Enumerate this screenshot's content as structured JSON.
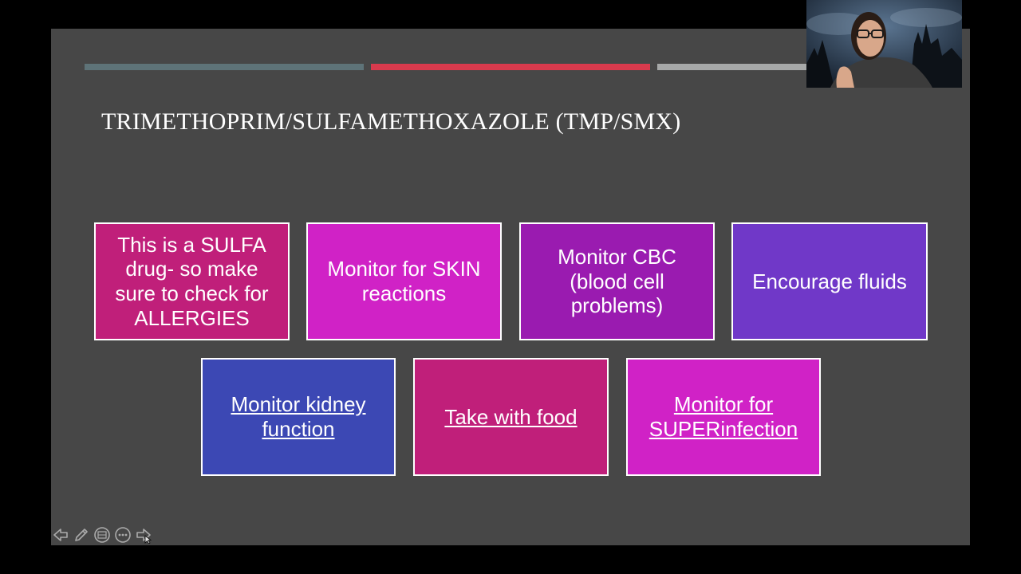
{
  "slide": {
    "title": "TRIMETHOPRIM/SULFAMETHOXAZOLE (TMP/SMX)",
    "accent_colors": [
      "#5e7378",
      "#d93a4d",
      "#a7a9a9"
    ],
    "background_color": "#474747",
    "boxes_row1": [
      {
        "text": "This is a SULFA drug- so make sure to check for ALLERGIES",
        "color": "#c01f7a",
        "linked": false
      },
      {
        "text": "Monitor for SKIN reactions",
        "color": "#d022c6",
        "linked": false
      },
      {
        "text": "Monitor CBC (blood cell problems)",
        "color": "#9a1bb0",
        "linked": false
      },
      {
        "text": "Encourage fluids",
        "color": "#7038c8",
        "linked": false
      }
    ],
    "boxes_row2": [
      {
        "text": "Monitor kidney function",
        "color": "#3c48b4",
        "linked": true
      },
      {
        "text": "Take with food",
        "color": "#c01f7a",
        "linked": true
      },
      {
        "text": "Monitor for SUPERinfection",
        "color": "#d022c6",
        "linked": true
      }
    ]
  },
  "nav": {
    "icons": [
      "previous-arrow-icon",
      "pen-icon",
      "slides-grid-icon",
      "more-options-icon",
      "next-arrow-icon"
    ]
  },
  "webcam": {
    "icon": "presenter-video-icon"
  }
}
